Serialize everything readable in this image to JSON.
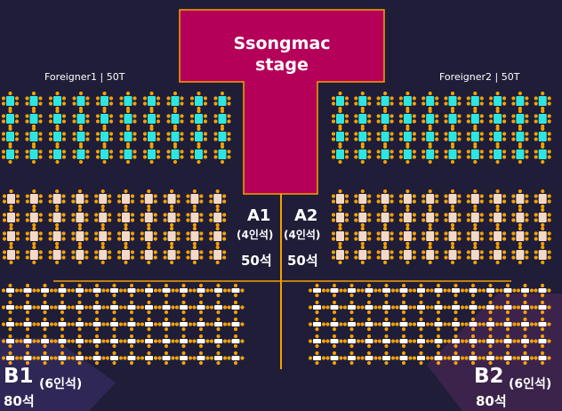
{
  "stage": {
    "line1": "Ssongmac",
    "line2": "stage",
    "color": "#b5005a",
    "border": "#f5a100"
  },
  "sections": {
    "foreigner1": {
      "label": "Foreigner1 | 50T"
    },
    "foreigner2": {
      "label": "Foreigner2 | 50T"
    },
    "a1": {
      "name": "A1",
      "seats_per_table": "(4인석)",
      "capacity": "50석"
    },
    "a2": {
      "name": "A2",
      "seats_per_table": "(4인석)",
      "capacity": "50석"
    },
    "b1": {
      "name": "B1",
      "seats_per_table": "(6인석)",
      "capacity": "80석"
    },
    "b2": {
      "name": "B2",
      "seats_per_table": "(6인석)",
      "capacity": "80석"
    }
  },
  "colors": {
    "background": "#1f1d38",
    "seat": "#f5a100",
    "foreigner_table": "#2ee6e0",
    "a_table": "#f3d9c7",
    "b_table": "#ffffff",
    "divider": "#f5a100"
  }
}
